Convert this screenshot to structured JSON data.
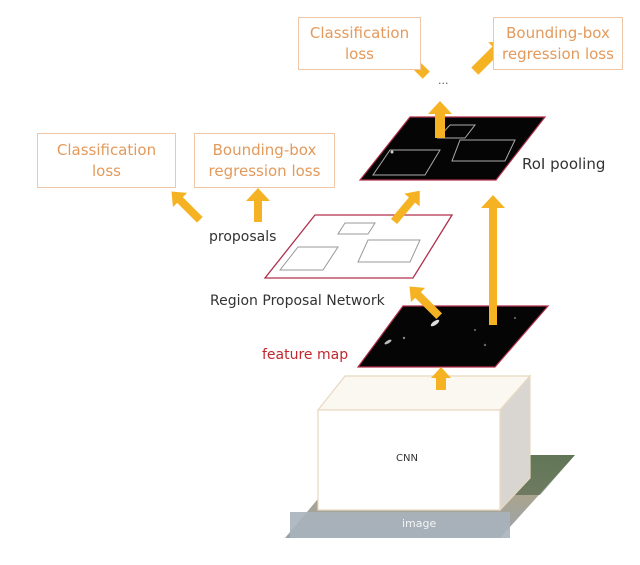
{
  "top_head": {
    "cls_loss": [
      "Classification",
      "loss"
    ],
    "bbox_loss": [
      "Bounding-box",
      "regression loss"
    ],
    "ellipsis": "..."
  },
  "rpn_head": {
    "cls_loss": [
      "Classification",
      "loss"
    ],
    "bbox_loss": [
      "Bounding-box",
      "regression loss"
    ]
  },
  "labels": {
    "roi_pooling": "RoI pooling",
    "proposals": "proposals",
    "rpn": "Region Proposal Network",
    "feature_map": "feature map",
    "cnn": "CNN",
    "image": "image"
  },
  "colors": {
    "arrow": "#f5b324",
    "box_border": "#f0c7a6",
    "box_text": "#e39a5c",
    "plane_edge": "#b0304a",
    "feature_map_label": "#c1272d"
  }
}
